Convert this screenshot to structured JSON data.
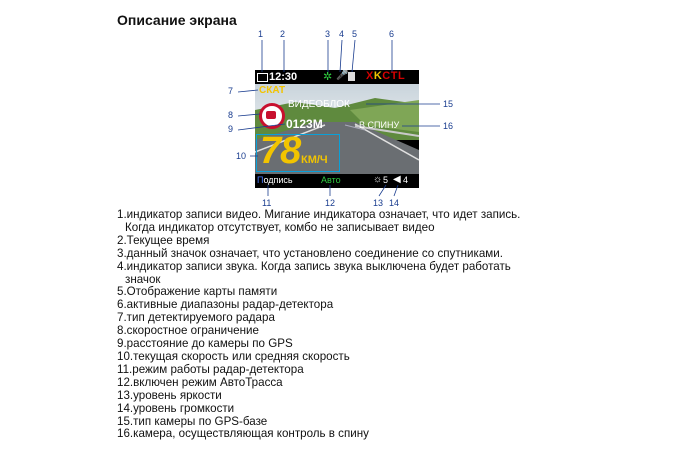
{
  "title": "Описание экрана",
  "screen": {
    "time": "12:30",
    "bands": [
      "X",
      "K",
      "C",
      "T",
      "L"
    ],
    "band_colors": [
      "#d40000",
      "#f2c400",
      "#d40000",
      "#d40000",
      "#d40000"
    ],
    "radar_type": "СКАТ",
    "gps_camera_type": "ВИДЕОБЛОК",
    "distance": "0123М",
    "rear_camera": "В СПИНУ",
    "speed": "78",
    "speed_unit": "КМ/Ч",
    "mode_first": "П",
    "mode_rest": "одпись",
    "auto_mode": "Авто",
    "brightness": "5",
    "volume": "4",
    "icons": [
      "record-icon",
      "satellite-icon",
      "microphone-icon",
      "memory-card-icon",
      "camera-icon",
      "brightness-icon",
      "volume-icon"
    ]
  },
  "callouts": [
    "1",
    "2",
    "3",
    "4",
    "5",
    "6",
    "7",
    "8",
    "9",
    "10",
    "11",
    "12",
    "13",
    "14",
    "15",
    "16"
  ],
  "descriptions": [
    {
      "text": "1.индикатор записи видео. Мигание индикатора означает, что идет запись."
    },
    {
      "text": "Когда индикатор отсутствует, комбо не записывает видео",
      "indent": true
    },
    {
      "text": "2.Текущее время"
    },
    {
      "text": "3.данный значок означает, что установлено соединение со спутниками."
    },
    {
      "text": "4.индикатор записи звука. Когда запись звука выключена будет работать"
    },
    {
      "text": "значок",
      "indent": true
    },
    {
      "text": "5.Отображение карты памяти"
    },
    {
      "text": "6.активные диапазоны радар-детектора"
    },
    {
      "text": "7.тип детектируемого радара"
    },
    {
      "text": "8.скоростное ограничение"
    },
    {
      "text": "9.расстояние до камеры по GPS"
    },
    {
      "text": "10.текущая скорость или средняя скорость"
    },
    {
      "text": "11.режим работы радар-детектора"
    },
    {
      "text": "12.включен режим АвтоТрасса"
    },
    {
      "text": "13.уровень яркости"
    },
    {
      "text": "14.уровень громкости"
    },
    {
      "text": "15.тип камеры по GPS-базе"
    },
    {
      "text": "16.камера, осуществляющая контроль в спину"
    }
  ]
}
